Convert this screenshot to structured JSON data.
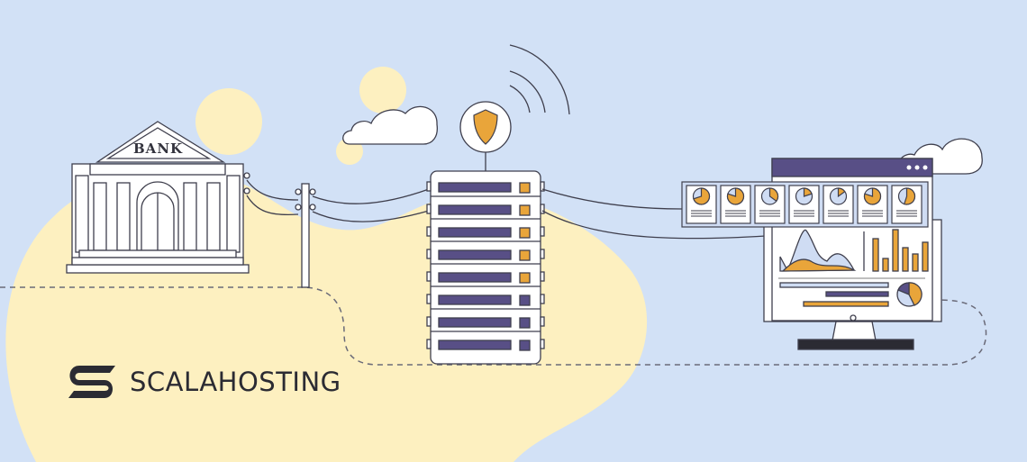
{
  "illustration": {
    "bank_sign": "BANK",
    "brand": {
      "name": "SCALAHOSTING"
    },
    "colors": {
      "background": "#d2e1f6",
      "blob": "#fdf0c0",
      "outline": "#3f3f4d",
      "purple": "#584f86",
      "orange": "#e9a53a",
      "light_blue": "#cfdcf3",
      "monitor_base": "#2b2b33"
    },
    "elements": [
      "bank-building",
      "utility-pole",
      "server-rack",
      "shield-badge",
      "wifi-signal",
      "cloud",
      "dashboard-monitor",
      "report-cards"
    ],
    "server": {
      "slots": 8,
      "orange_indicators": 5,
      "purple_indicators": 3
    },
    "report_cards": {
      "count": 7
    },
    "dashboard": {
      "bar_chart_bars": 6,
      "horizontal_bars": 3,
      "window_dots": 3
    }
  }
}
